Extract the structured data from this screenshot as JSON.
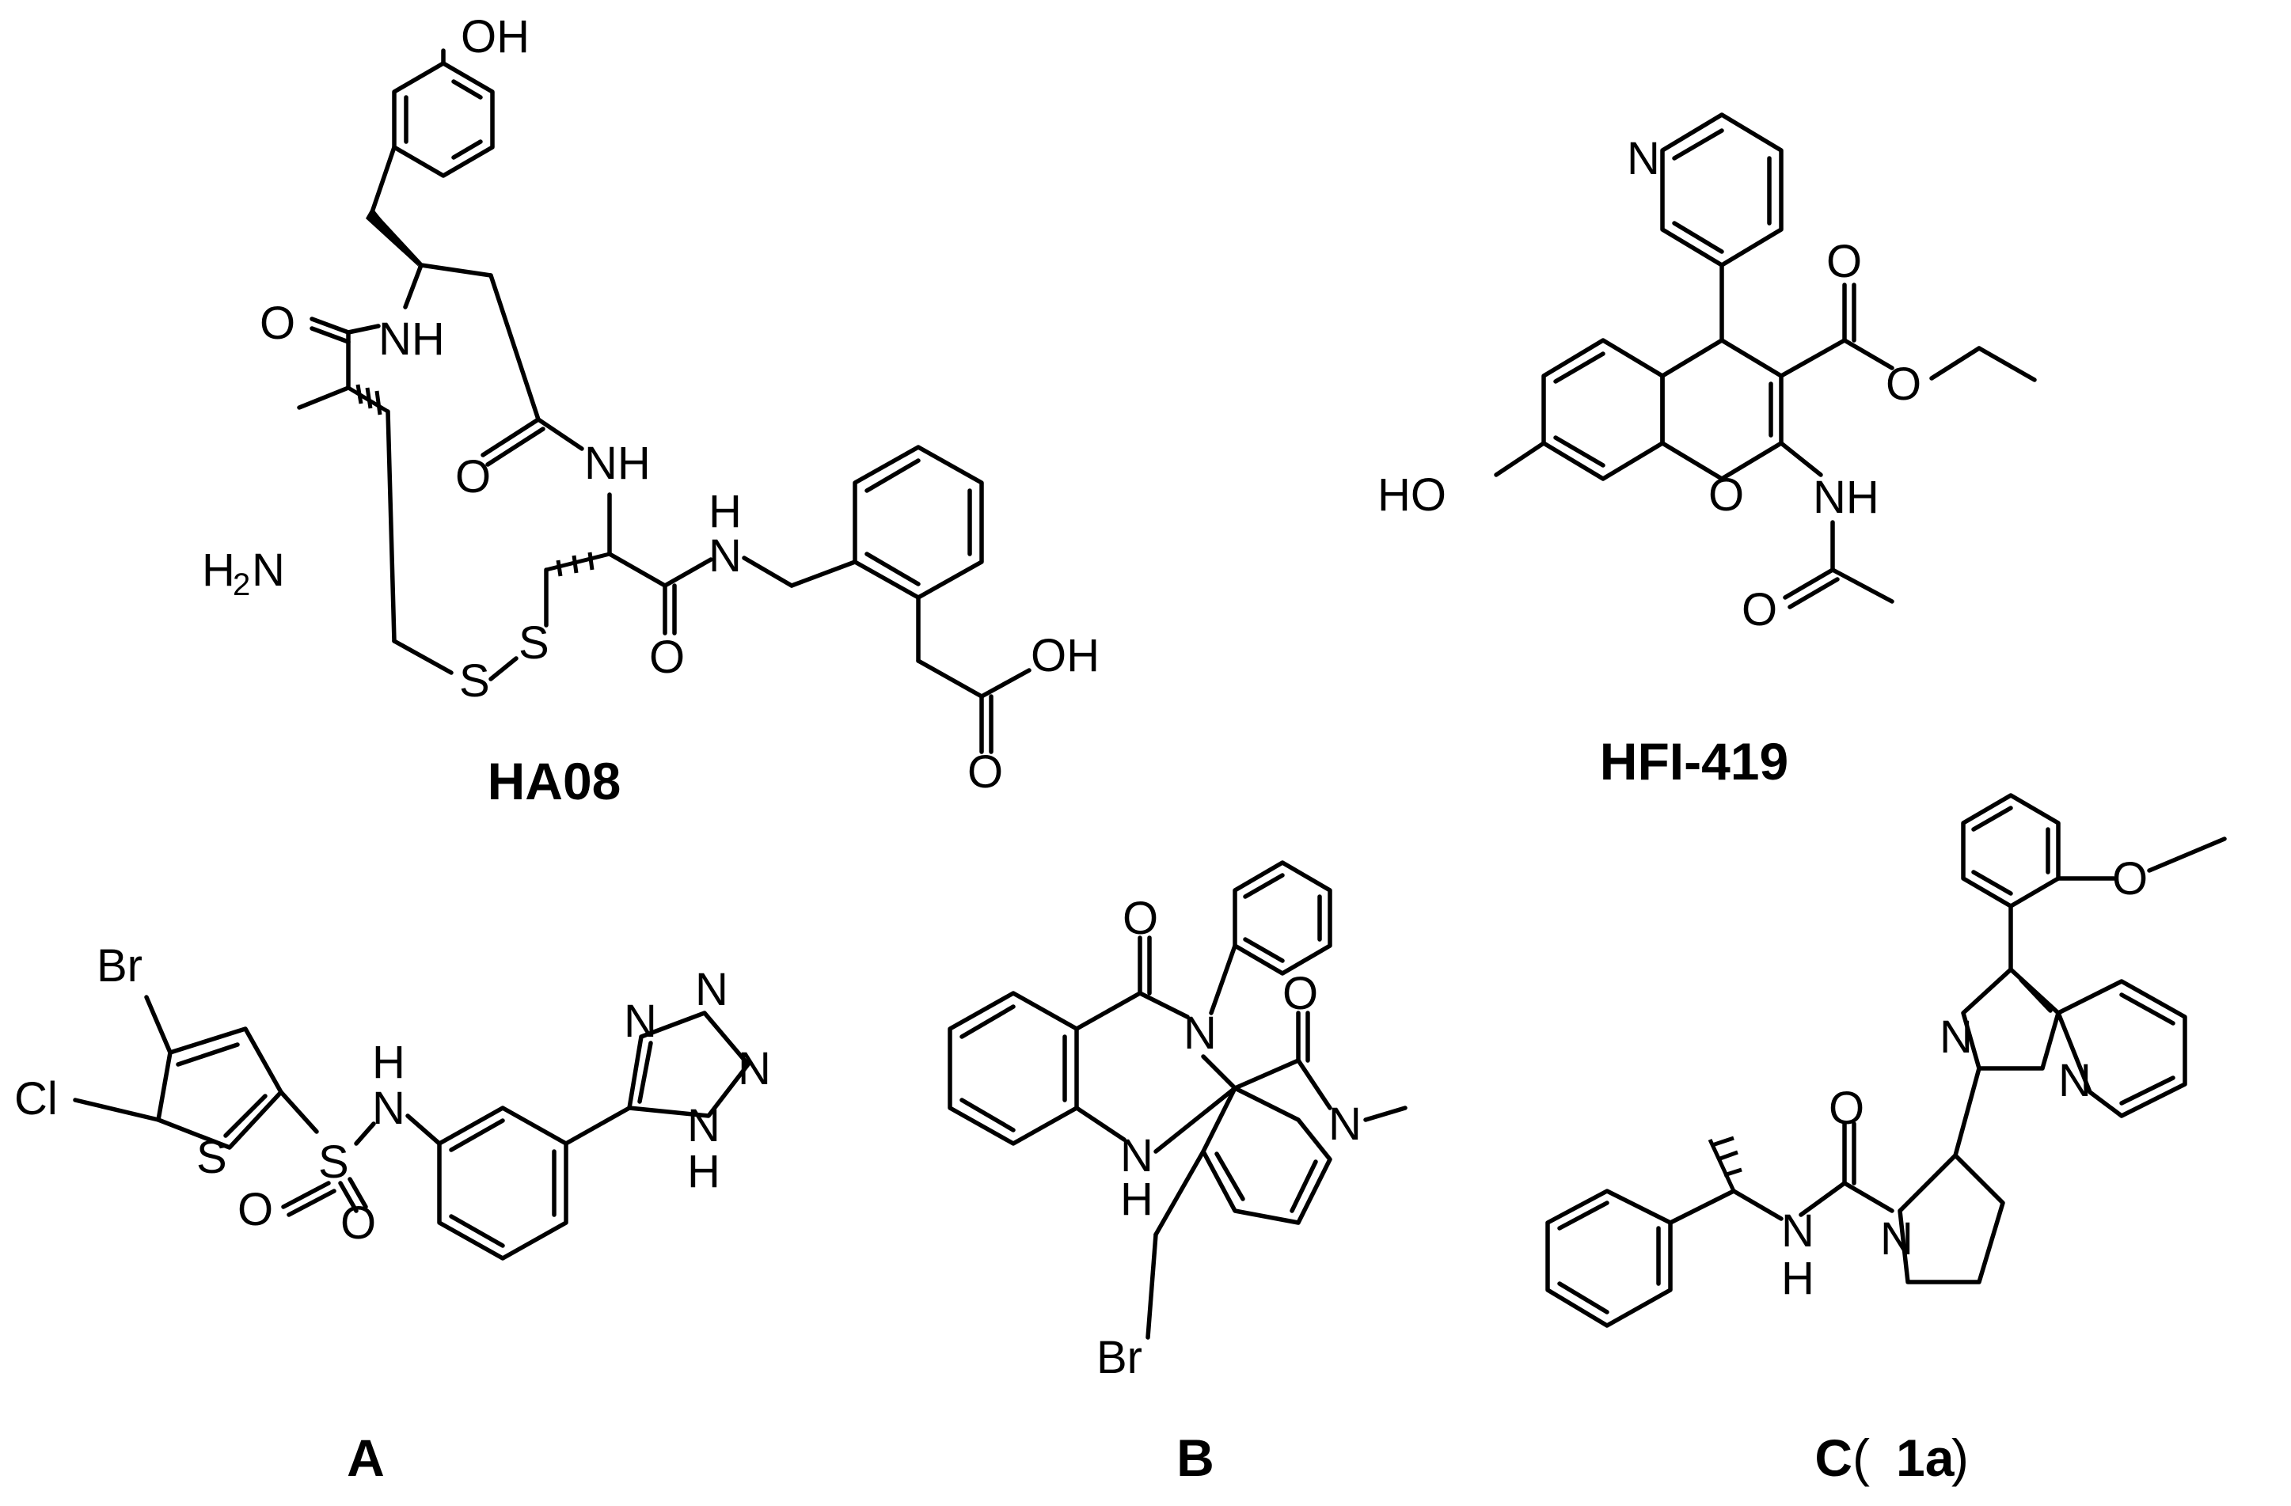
{
  "figure": {
    "captions": {
      "ha08": "HA08",
      "hfi419": "HFI-419",
      "a": "A",
      "b": "B",
      "c_letter": "C",
      "c_open": " (",
      "c_code": "1a",
      "c_close": ")"
    },
    "atoms": {
      "oh": "OH",
      "ho": "HO",
      "o": "O",
      "n": "N",
      "nh": "NH",
      "h": "H",
      "h2": "H",
      "h2_sub": "2",
      "s": "S",
      "br": "Br",
      "cl": "Cl"
    }
  }
}
